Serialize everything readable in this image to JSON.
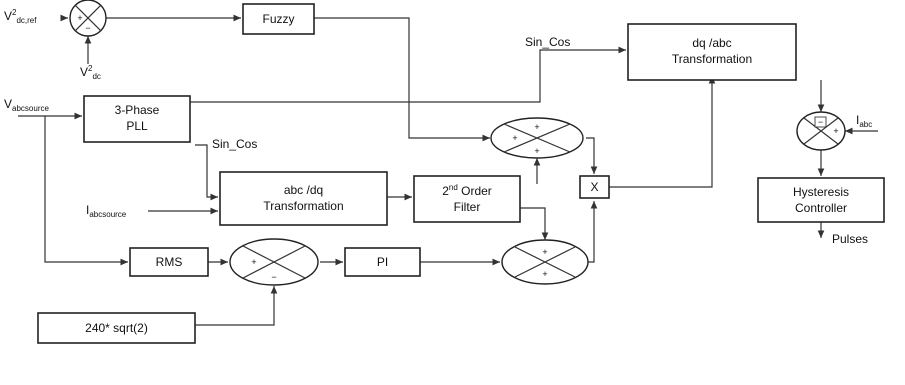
{
  "blocks": {
    "fuzzy": "Fuzzy",
    "dq_abc_line1": "dq /abc",
    "dq_abc_line2": "Transformation",
    "pll_line1": "3-Phase",
    "pll_line2": "PLL",
    "abc_dq_line1": "abc /dq",
    "abc_dq_line2": "Transformation",
    "filter_line1_a": "2",
    "filter_line1_sup": "nd",
    "filter_line1_b": " Order",
    "filter_line2": "Filter",
    "multiply": "X",
    "hysteresis_line1": "Hysteresis",
    "hysteresis_line2": "Controller",
    "rms": "RMS",
    "pi": "PI",
    "sqrt": "240* sqrt(2)"
  },
  "labels": {
    "vdc_ref_main": "V",
    "vdc_ref_sup": "2",
    "vdc_ref_sub": "dc,ref",
    "vdc_main": "V",
    "vdc_sup": "2",
    "vdc_sub": "dc",
    "vabc_main": "V",
    "vabc_sub": "abcsource",
    "iabc_src_main": "I",
    "iabc_src_sub": "abcsource",
    "iabc_main": "I",
    "iabc_sub": "abc",
    "sin_cos_top": "Sin_Cos",
    "sin_cos_pll": "Sin_Cos",
    "pulses": "Pulses"
  },
  "signs": {
    "sum1_left": "+",
    "sum1_bottom": "−",
    "sum2_left": "+",
    "sum2_top": "+",
    "sum2_bottom": "+",
    "sum3_left": "+",
    "sum3_bottom": "−",
    "sum4_top": "+",
    "sum4_bottom": "+",
    "sum5_top": "−",
    "sum5_right": "+"
  }
}
